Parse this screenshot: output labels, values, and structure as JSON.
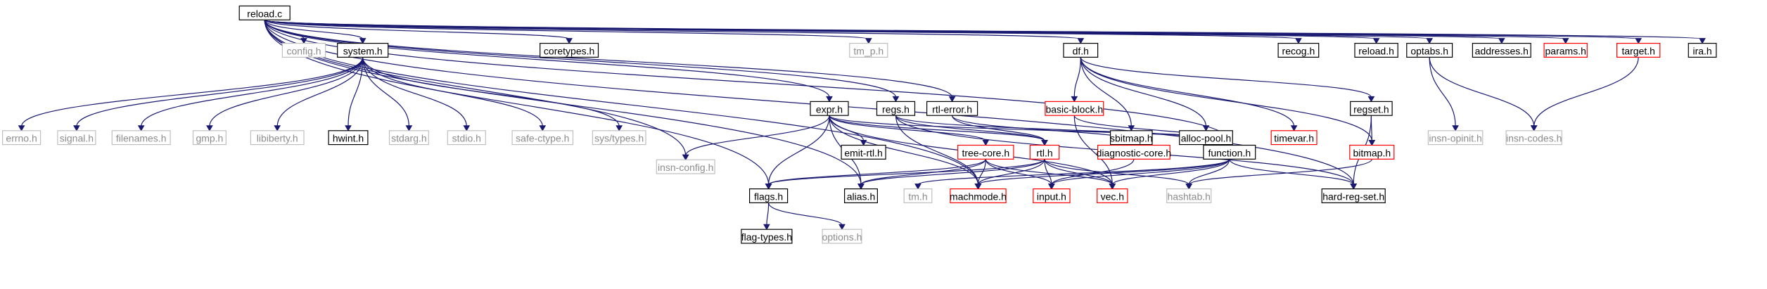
{
  "colors": {
    "edge": "#191970",
    "normal_border": "#000000",
    "missing_border": "#bfbfbf",
    "truncated_border": "#ff0000",
    "root_fill": "#bfbfbf",
    "text_normal": "#000000",
    "text_missing": "#8c8c8c"
  },
  "nodes": [
    {
      "id": "reload_c",
      "label": "reload.c",
      "kind": "root"
    },
    {
      "id": "config_h",
      "label": "config.h",
      "kind": "missing"
    },
    {
      "id": "system_h",
      "label": "system.h",
      "kind": "normal"
    },
    {
      "id": "coretypes_h",
      "label": "coretypes.h",
      "kind": "normal"
    },
    {
      "id": "tm_p_h",
      "label": "tm_p.h",
      "kind": "missing"
    },
    {
      "id": "expr_h",
      "label": "expr.h",
      "kind": "normal"
    },
    {
      "id": "regs_h",
      "label": "regs.h",
      "kind": "normal"
    },
    {
      "id": "rtl_error_h",
      "label": "rtl-error.h",
      "kind": "normal"
    },
    {
      "id": "df_h",
      "label": "df.h",
      "kind": "normal"
    },
    {
      "id": "recog_h",
      "label": "recog.h",
      "kind": "normal"
    },
    {
      "id": "reload_h",
      "label": "reload.h",
      "kind": "normal"
    },
    {
      "id": "optabs_h",
      "label": "optabs.h",
      "kind": "normal"
    },
    {
      "id": "addresses_h",
      "label": "addresses.h",
      "kind": "normal"
    },
    {
      "id": "params_h",
      "label": "params.h",
      "kind": "truncated"
    },
    {
      "id": "target_h",
      "label": "target.h",
      "kind": "truncated"
    },
    {
      "id": "ira_h",
      "label": "ira.h",
      "kind": "normal"
    },
    {
      "id": "errno_h",
      "label": "errno.h",
      "kind": "missing"
    },
    {
      "id": "signal_h",
      "label": "signal.h",
      "kind": "missing"
    },
    {
      "id": "filenames_h",
      "label": "filenames.h",
      "kind": "missing"
    },
    {
      "id": "gmp_h",
      "label": "gmp.h",
      "kind": "missing"
    },
    {
      "id": "libiberty_h",
      "label": "libiberty.h",
      "kind": "missing"
    },
    {
      "id": "hwint_h",
      "label": "hwint.h",
      "kind": "normal"
    },
    {
      "id": "stdarg_h",
      "label": "stdarg.h",
      "kind": "missing"
    },
    {
      "id": "stdio_h",
      "label": "stdio.h",
      "kind": "missing"
    },
    {
      "id": "safe_ctype_h",
      "label": "safe-ctype.h",
      "kind": "missing"
    },
    {
      "id": "sys_types_h",
      "label": "sys/types.h",
      "kind": "missing"
    },
    {
      "id": "basic_block_h",
      "label": "basic-block.h",
      "kind": "truncated"
    },
    {
      "id": "sbitmap_h",
      "label": "sbitmap.h",
      "kind": "normal"
    },
    {
      "id": "alloc_pool_h",
      "label": "alloc-pool.h",
      "kind": "normal"
    },
    {
      "id": "timevar_h",
      "label": "timevar.h",
      "kind": "truncated"
    },
    {
      "id": "regset_h",
      "label": "regset.h",
      "kind": "normal"
    },
    {
      "id": "insn_opinit_h",
      "label": "insn-opinit.h",
      "kind": "missing"
    },
    {
      "id": "insn_codes_h",
      "label": "insn-codes.h",
      "kind": "missing"
    },
    {
      "id": "insn_config_h",
      "label": "insn-config.h",
      "kind": "missing"
    },
    {
      "id": "emit_rtl_h",
      "label": "emit-rtl.h",
      "kind": "normal"
    },
    {
      "id": "tree_core_h",
      "label": "tree-core.h",
      "kind": "truncated"
    },
    {
      "id": "rtl_h",
      "label": "rtl.h",
      "kind": "truncated"
    },
    {
      "id": "diagnostic_core_h",
      "label": "diagnostic-core.h",
      "kind": "truncated"
    },
    {
      "id": "function_h",
      "label": "function.h",
      "kind": "normal"
    },
    {
      "id": "bitmap_h",
      "label": "bitmap.h",
      "kind": "truncated"
    },
    {
      "id": "flags_h",
      "label": "flags.h",
      "kind": "normal"
    },
    {
      "id": "alias_h",
      "label": "alias.h",
      "kind": "normal"
    },
    {
      "id": "tm_h",
      "label": "tm.h",
      "kind": "missing"
    },
    {
      "id": "machmode_h",
      "label": "machmode.h",
      "kind": "truncated"
    },
    {
      "id": "input_h",
      "label": "input.h",
      "kind": "truncated"
    },
    {
      "id": "vec_h",
      "label": "vec.h",
      "kind": "truncated"
    },
    {
      "id": "hashtab_h",
      "label": "hashtab.h",
      "kind": "missing"
    },
    {
      "id": "hard_reg_set_h",
      "label": "hard-reg-set.h",
      "kind": "normal"
    },
    {
      "id": "flag_types_h",
      "label": "flag-types.h",
      "kind": "normal"
    },
    {
      "id": "options_h",
      "label": "options.h",
      "kind": "missing"
    }
  ],
  "edges": [
    [
      "reload_c",
      "config_h"
    ],
    [
      "reload_c",
      "system_h"
    ],
    [
      "reload_c",
      "coretypes_h"
    ],
    [
      "reload_c",
      "tm_p_h"
    ],
    [
      "reload_c",
      "expr_h"
    ],
    [
      "reload_c",
      "regs_h"
    ],
    [
      "reload_c",
      "rtl_error_h"
    ],
    [
      "reload_c",
      "df_h"
    ],
    [
      "reload_c",
      "recog_h"
    ],
    [
      "reload_c",
      "reload_h"
    ],
    [
      "reload_c",
      "optabs_h"
    ],
    [
      "reload_c",
      "addresses_h"
    ],
    [
      "reload_c",
      "params_h"
    ],
    [
      "reload_c",
      "target_h"
    ],
    [
      "reload_c",
      "ira_h"
    ],
    [
      "reload_c",
      "insn_config_h"
    ],
    [
      "reload_c",
      "flags_h"
    ],
    [
      "reload_c",
      "alias_h"
    ],
    [
      "reload_c",
      "function_h"
    ],
    [
      "reload_c",
      "hard_reg_set_h"
    ],
    [
      "reload_c",
      "machmode_h"
    ],
    [
      "system_h",
      "errno_h"
    ],
    [
      "system_h",
      "signal_h"
    ],
    [
      "system_h",
      "filenames_h"
    ],
    [
      "system_h",
      "gmp_h"
    ],
    [
      "system_h",
      "libiberty_h"
    ],
    [
      "system_h",
      "hwint_h"
    ],
    [
      "system_h",
      "stdarg_h"
    ],
    [
      "system_h",
      "stdio_h"
    ],
    [
      "system_h",
      "safe_ctype_h"
    ],
    [
      "system_h",
      "sys_types_h"
    ],
    [
      "expr_h",
      "insn_config_h"
    ],
    [
      "expr_h",
      "emit_rtl_h"
    ],
    [
      "expr_h",
      "tree_core_h"
    ],
    [
      "expr_h",
      "rtl_h"
    ],
    [
      "expr_h",
      "function_h"
    ],
    [
      "expr_h",
      "flags_h"
    ],
    [
      "expr_h",
      "alias_h"
    ],
    [
      "expr_h",
      "machmode_h"
    ],
    [
      "expr_h",
      "vec_h"
    ],
    [
      "regs_h",
      "rtl_h"
    ],
    [
      "regs_h",
      "machmode_h"
    ],
    [
      "regs_h",
      "function_h"
    ],
    [
      "regs_h",
      "hard_reg_set_h"
    ],
    [
      "rtl_error_h",
      "rtl_h"
    ],
    [
      "rtl_error_h",
      "diagnostic_core_h"
    ],
    [
      "df_h",
      "basic_block_h"
    ],
    [
      "df_h",
      "sbitmap_h"
    ],
    [
      "df_h",
      "alloc_pool_h"
    ],
    [
      "df_h",
      "timevar_h"
    ],
    [
      "df_h",
      "regset_h"
    ],
    [
      "df_h",
      "bitmap_h"
    ],
    [
      "basic_block_h",
      "function_h"
    ],
    [
      "basic_block_h",
      "vec_h"
    ],
    [
      "regset_h",
      "bitmap_h"
    ],
    [
      "regset_h",
      "hard_reg_set_h"
    ],
    [
      "optabs_h",
      "insn_opinit_h"
    ],
    [
      "optabs_h",
      "insn_codes_h"
    ],
    [
      "target_h",
      "insn_codes_h"
    ],
    [
      "tree_core_h",
      "flags_h"
    ],
    [
      "tree_core_h",
      "alias_h"
    ],
    [
      "tree_core_h",
      "machmode_h"
    ],
    [
      "tree_core_h",
      "input_h"
    ],
    [
      "tree_core_h",
      "vec_h"
    ],
    [
      "rtl_h",
      "flags_h"
    ],
    [
      "rtl_h",
      "alias_h"
    ],
    [
      "rtl_h",
      "machmode_h"
    ],
    [
      "rtl_h",
      "input_h"
    ],
    [
      "rtl_h",
      "vec_h"
    ],
    [
      "rtl_h",
      "hashtab_h"
    ],
    [
      "diagnostic_core_h",
      "input_h"
    ],
    [
      "function_h",
      "tm_h"
    ],
    [
      "function_h",
      "machmode_h"
    ],
    [
      "function_h",
      "input_h"
    ],
    [
      "function_h",
      "vec_h"
    ],
    [
      "function_h",
      "hashtab_h"
    ],
    [
      "function_h",
      "hard_reg_set_h"
    ],
    [
      "bitmap_h",
      "hashtab_h"
    ],
    [
      "flags_h",
      "flag_types_h"
    ],
    [
      "flags_h",
      "options_h"
    ]
  ]
}
